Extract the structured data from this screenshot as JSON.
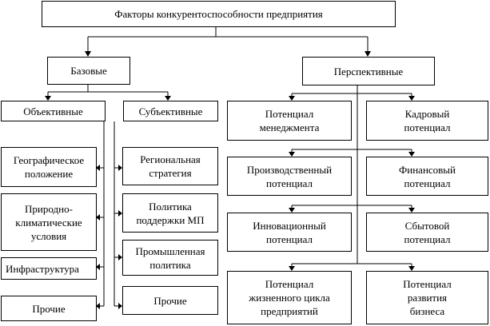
{
  "root": "Факторы конкурентоспособности предприятия",
  "basic": "Базовые",
  "prospective": "Перспективные",
  "objective": "Объективные",
  "subjective": "Субъективные",
  "objective_items": [
    "Географическое\nположение",
    "Природно-\nклиматические\nусловия",
    "Инфраструктура",
    "Прочие"
  ],
  "subjective_items": [
    "Региональная\nстратегия",
    "Политика\nподдержки МП",
    "Промышленная\nполитика",
    "Прочие"
  ],
  "prospective_items": [
    "Потенциал\nменеджмента",
    "Кадровый\nпотенциал",
    "Производственный\nпотенциал",
    "Финансовый\nпотенциал",
    "Инновационный\nпотенциал",
    "Сбытовой\nпотенциал",
    "Потенциал\nжизненного цикла\nпредприятий",
    "Потенциал\nразвития\nбизнеса"
  ]
}
